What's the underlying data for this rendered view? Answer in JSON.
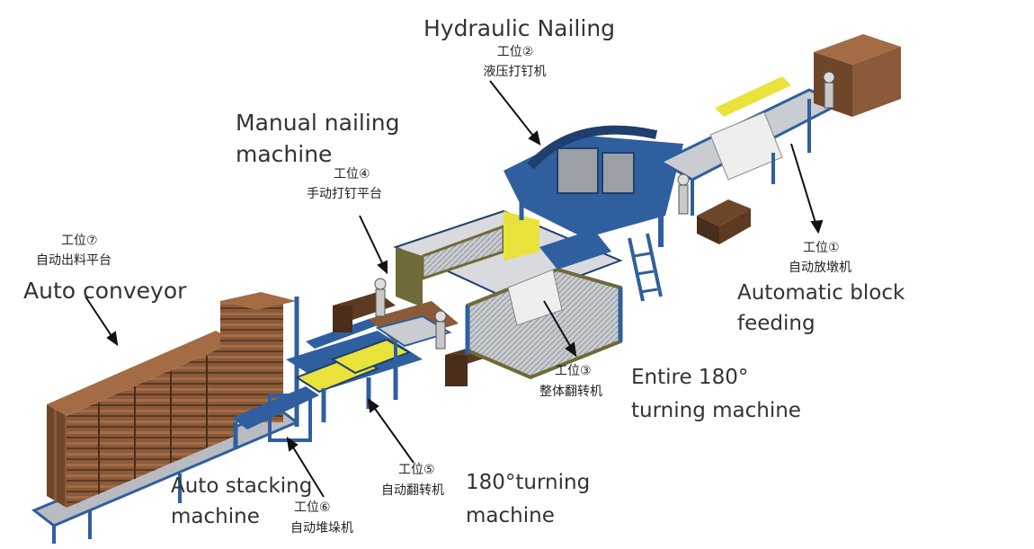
{
  "stations": {
    "s1": {
      "station": "工位①",
      "cn": "自动放墩机",
      "en_line1": "Automatic block",
      "en_line2": "feeding"
    },
    "s2": {
      "station": "工位②",
      "cn": "液压打钉机",
      "en": "Hydraulic Nailing"
    },
    "s3": {
      "station": "工位③",
      "cn": "整体翻转机",
      "en_line1": "Entire 180°",
      "en_line2": "turning machine"
    },
    "s4": {
      "station": "工位④",
      "cn": "手动打钉平台",
      "en_line1": "Manual nailing",
      "en_line2": "machine"
    },
    "s5": {
      "station": "工位⑤",
      "cn": "自动翻转机",
      "en_line1": "180°turning",
      "en_line2": "machine"
    },
    "s6": {
      "station": "工位⑥",
      "cn": "自动堆垛机",
      "en_line1": "Auto stacking",
      "en_line2": "machine"
    },
    "s7": {
      "station": "工位⑦",
      "cn": "自动出料平台",
      "en": "Auto conveyor"
    }
  },
  "colors": {
    "frame_blue": "#2f5f9e",
    "frame_dark": "#1f3f6e",
    "wood": "#8a5a3a",
    "wood_dark": "#5e3a22",
    "guard_yellow": "#e8e23a",
    "olive_panel": "#6f6a3a",
    "mesh_grey": "#9aa0a6"
  },
  "icons": [
    "pallet-stack-icon",
    "worker-icon",
    "wood-block-icon",
    "pointer-arrow-icon"
  ]
}
